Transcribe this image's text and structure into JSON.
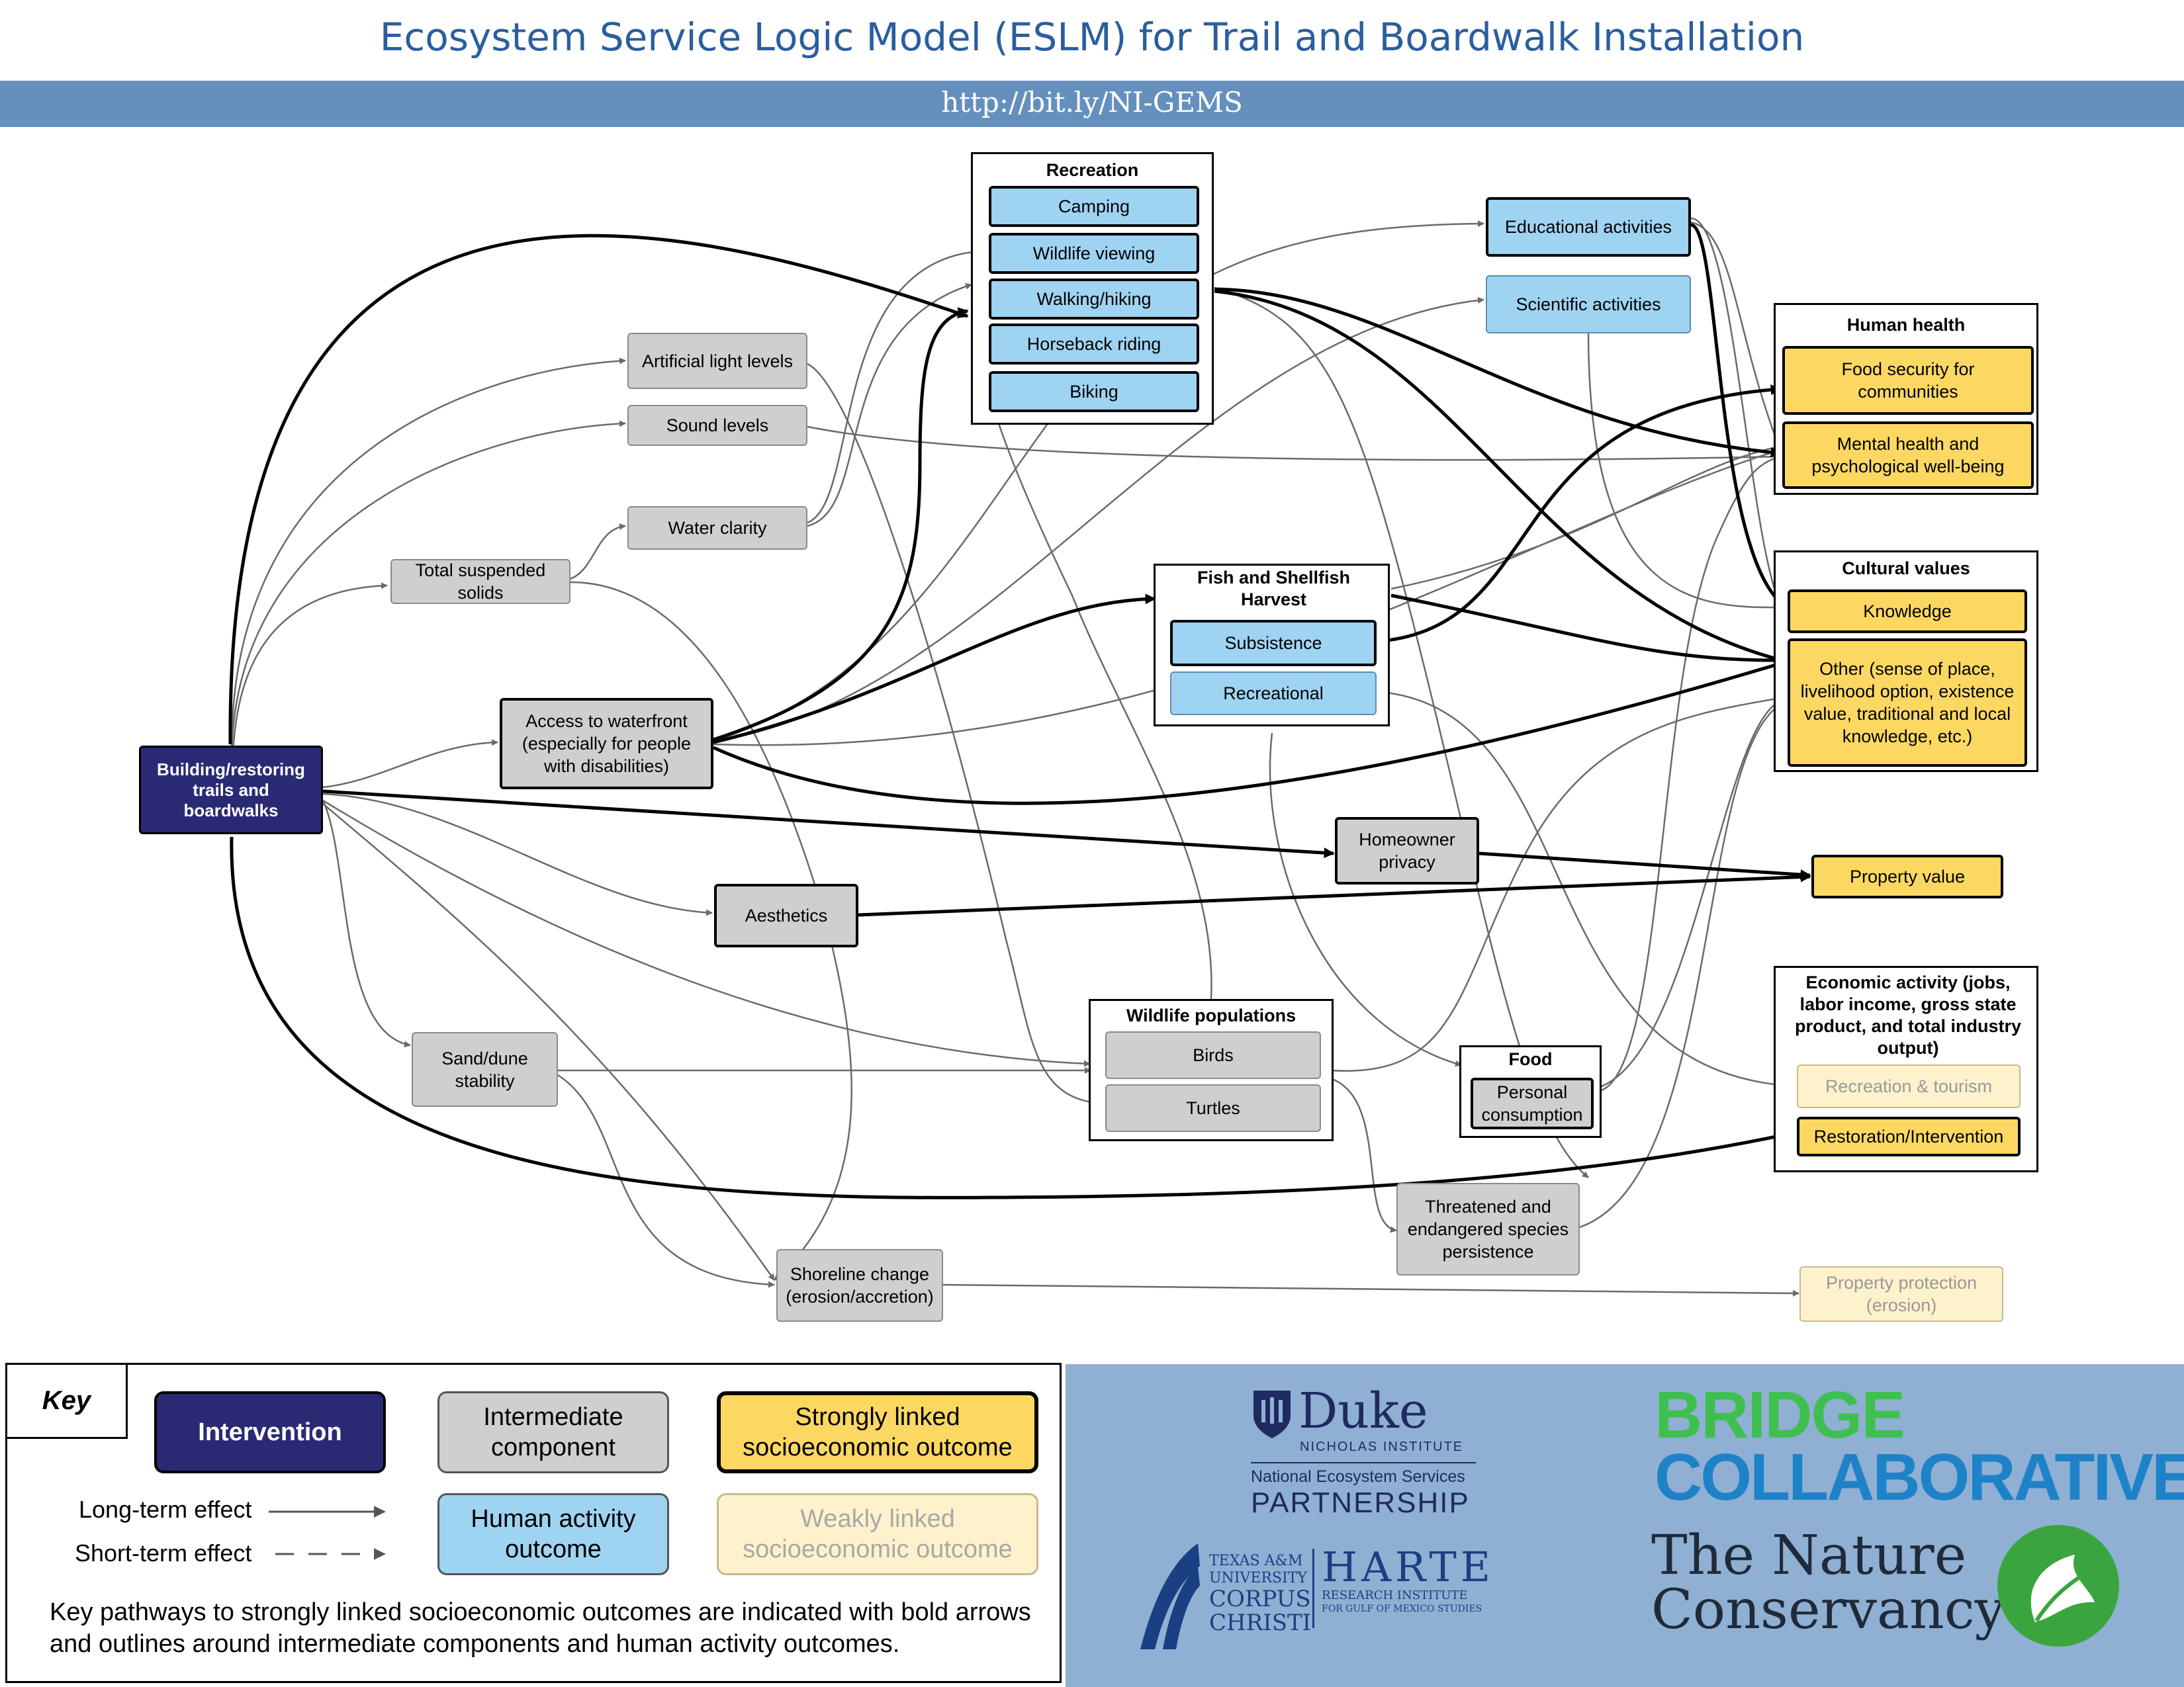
{
  "header": {
    "title": "Ecosystem Service Logic Model (ESLM) for Trail and Boardwalk Installation",
    "url": "http://bit.ly/NI-GEMS"
  },
  "nodes": {
    "intervention": "Building/restoring trails and boardwalks",
    "artificial_light": "Artificial light levels",
    "sound": "Sound levels",
    "water_clarity": "Water clarity",
    "tss": "Total suspended solids",
    "access": "Access to waterfront (especially for people with disabilities)",
    "aesthetics": "Aesthetics",
    "homeowner_privacy": "Homeowner privacy",
    "sand_dune": "Sand/dune stability",
    "shoreline": "Shoreline change (erosion/accretion)",
    "threatened": "Threatened and endangered species persistence",
    "educational": "Educational activities",
    "scientific": "Scientific activities",
    "property_value": "Property value",
    "property_protection": "Property protection (erosion)"
  },
  "groups": {
    "recreation": {
      "title": "Recreation",
      "items": [
        "Camping",
        "Wildlife viewing",
        "Walking/hiking",
        "Horseback riding",
        "Biking"
      ]
    },
    "fish": {
      "title": "Fish and Shellfish Harvest",
      "items": [
        "Subsistence",
        "Recreational"
      ]
    },
    "wildlife": {
      "title": "Wildlife populations",
      "items": [
        "Birds",
        "Turtles"
      ]
    },
    "food": {
      "title": "Food",
      "items": [
        "Personal consumption"
      ]
    },
    "human_health": {
      "title": "Human health",
      "items": [
        "Food security for communities",
        "Mental health and psychological well-being"
      ]
    },
    "cultural": {
      "title": "Cultural values",
      "items": [
        "Knowledge",
        "Other (sense of place, livelihood option, existence value, traditional and local knowledge, etc.)"
      ]
    },
    "economic": {
      "title": "Economic activity (jobs, labor income, gross state product, and total industry output)",
      "items": [
        "Recreation & tourism",
        "Restoration/Intervention"
      ]
    }
  },
  "key": {
    "title": "Key",
    "intervention": "Intervention",
    "intermediate": "Intermediate component",
    "strong": "Strongly linked socioeconomic outcome",
    "human": "Human activity outcome",
    "weak": "Weakly linked socioeconomic outcome",
    "long_term": "Long-term effect",
    "short_term": "Short-term effect",
    "note": "Key pathways to strongly linked socioeconomic outcomes are indicated with bold arrows and outlines around intermediate components and human activity outcomes."
  },
  "logos": {
    "duke": "Duke",
    "duke_sub": "NICHOLAS INSTITUTE",
    "nesp1": "National Ecosystem Services",
    "nesp2": "PARTNERSHIP",
    "bridge1": "BRIDGE",
    "bridge2": "COLLABORATIVE",
    "tamu1": "TEXAS A&M",
    "tamu2": "UNIVERSITY",
    "tamu3": "CORPUS",
    "tamu4": "CHRISTI",
    "harte1": "HARTE",
    "harte2": "RESEARCH INSTITUTE",
    "harte3": "FOR GULF OF MEXICO STUDIES",
    "tnc1": "The Nature",
    "tnc2": "Conservancy"
  },
  "colors": {
    "title_blue": "#2a5e9e",
    "url_bar": "#6590be",
    "intervention": "#2a2a74",
    "intermediate": "#cfcfcf",
    "human_activity": "#9fd3f2",
    "strong_outcome": "#fcd862",
    "weak_outcome": "#fdf2cc"
  }
}
